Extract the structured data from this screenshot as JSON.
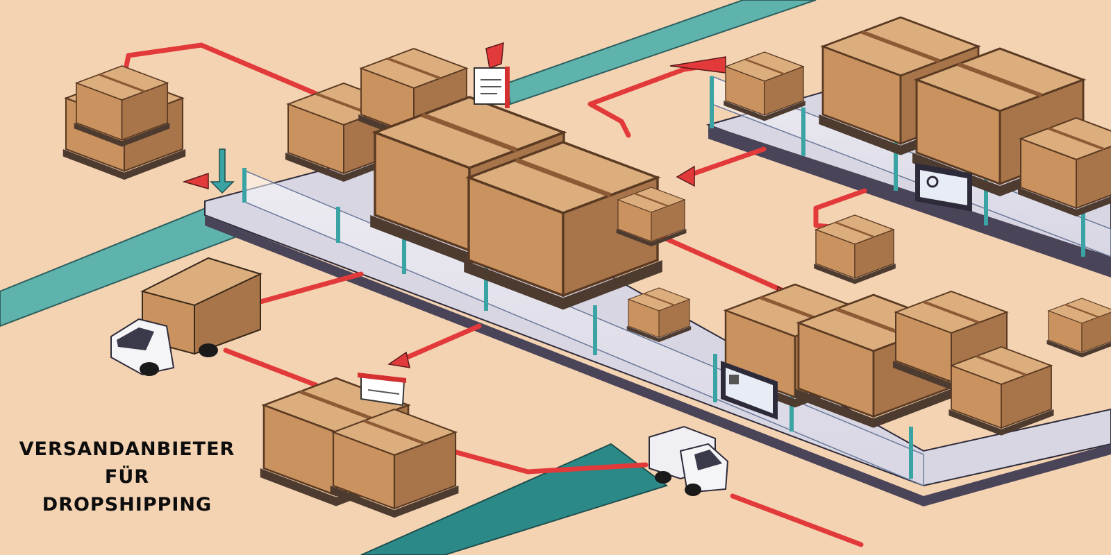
{
  "caption": {
    "line1": "VERSANDANBIETER",
    "line2": "FÜR",
    "line3": "DROPSHIPPING"
  },
  "colors": {
    "background": "#f4d3b3",
    "teal_path": "#5fb3ad",
    "teal_dark": "#2b8a88",
    "arrow_red": "#e23a3a",
    "box_front": "#c9925f",
    "box_top": "#dcae7e",
    "box_side": "#a8754a",
    "platform": "#4a4458",
    "caption_text": "#0d0d0d"
  }
}
